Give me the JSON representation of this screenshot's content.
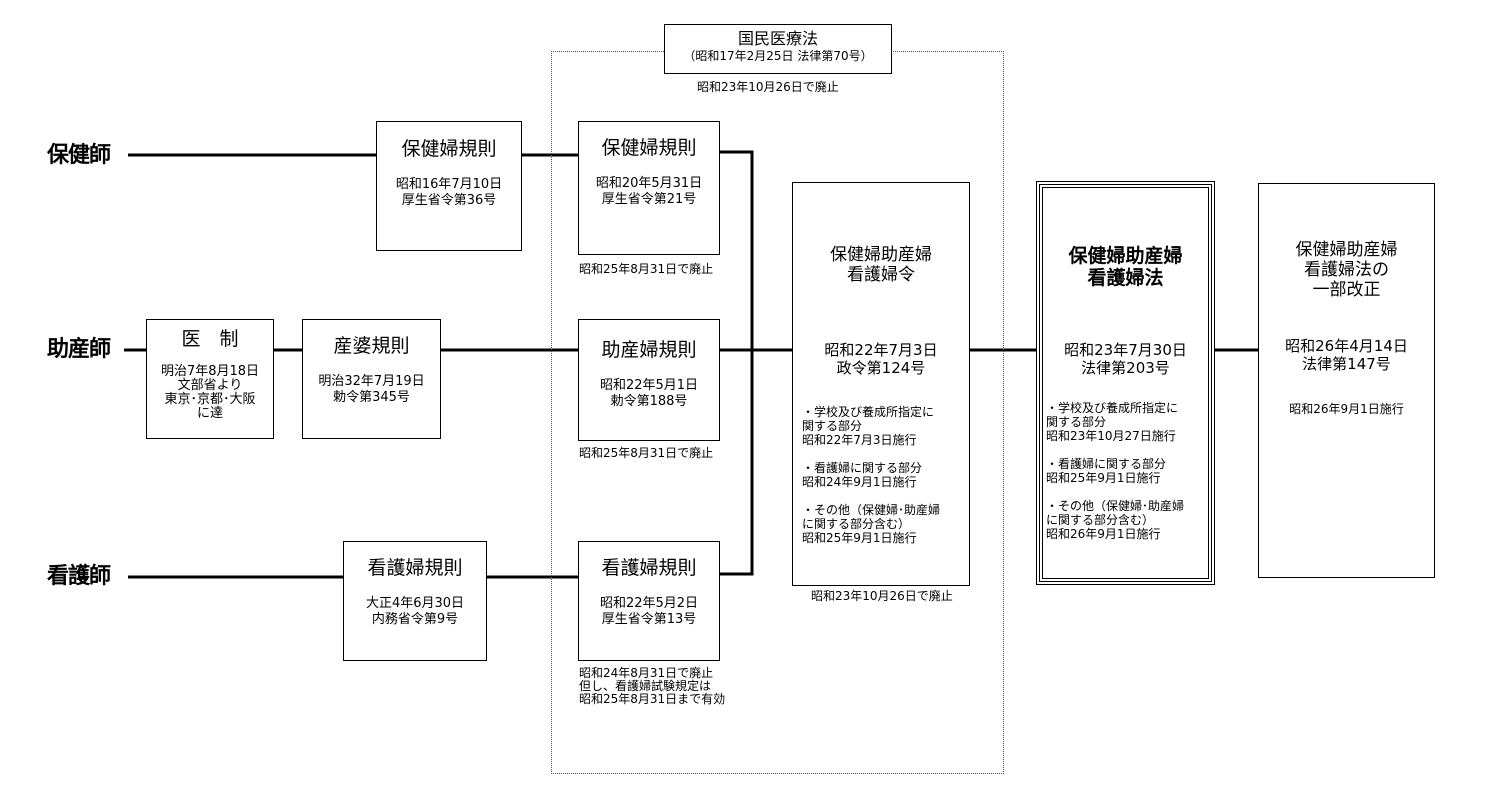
{
  "rows": {
    "hokenshi": "保健師",
    "josanshi": "助産師",
    "kangoshi": "看護師"
  },
  "kokumin": {
    "title": "国民医療法",
    "sub": "（昭和17年2月25日 法律第70号）",
    "note": "昭和23年10月26日で廃止"
  },
  "hokenfu_1": {
    "title": "保健婦規則",
    "detail": "昭和16年7月10日\n厚生省令第36号"
  },
  "hokenfu_2": {
    "title": "保健婦規則",
    "detail": "昭和20年5月31日\n厚生省令第21号",
    "note": "昭和25年8月31日で廃止"
  },
  "isei": {
    "title": "医　制",
    "detail": "明治7年8月18日\n文部省より\n東京･京都･大阪\nに達"
  },
  "sanba": {
    "title": "産婆規則",
    "detail": "明治32年7月19日\n勅令第345号"
  },
  "josanfu": {
    "title": "助産婦規則",
    "detail": "昭和22年5月1日\n勅令第188号",
    "note": "昭和25年8月31日で廃止"
  },
  "kangofu_1": {
    "title": "看護婦規則",
    "detail": "大正4年6月30日\n内務省令第9号"
  },
  "kangofu_2": {
    "title": "看護婦規則",
    "detail": "昭和22年5月2日\n厚生省令第13号",
    "note": "昭和24年8月31日で廃止\n但し、看護婦試験規定は\n昭和25年8月31日まで有効"
  },
  "rei": {
    "title": "保健婦助産婦\n看護婦令",
    "date": "昭和22年7月3日\n政令第124号",
    "items": "・学校及び養成所指定に\n関する部分\n昭和22年7月3日施行\n\n・看護婦に関する部分\n昭和24年9月1日施行\n\n・その他（保健婦･助産婦\nに関する部分含む）\n昭和25年9月1日施行",
    "note": "昭和23年10月26日で廃止"
  },
  "ho": {
    "title": "保健婦助産婦\n看護婦法",
    "date": "昭和23年7月30日\n法律第203号",
    "items": "・学校及び養成所指定に\n関する部分\n昭和23年10月27日施行\n\n・看護婦に関する部分\n昭和25年9月1日施行\n\n・その他（保健婦･助産婦\nに関する部分含む）\n昭和26年9月1日施行"
  },
  "kaisei": {
    "title": "保健婦助産婦\n看護婦法の\n一部改正",
    "date": "昭和26年4月14日\n法律第147号",
    "note": "昭和26年9月1日施行"
  }
}
